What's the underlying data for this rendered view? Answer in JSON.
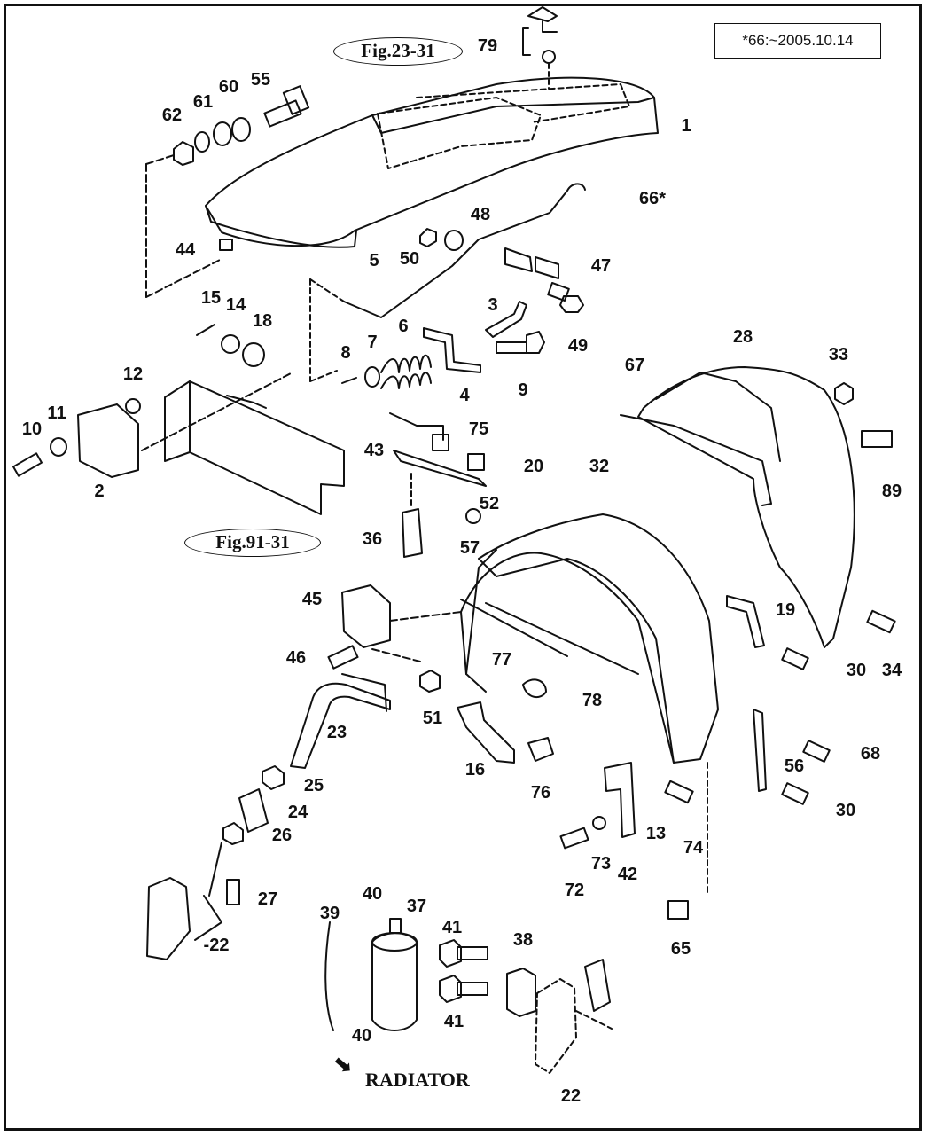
{
  "note": "*66:~2005.10.14",
  "figure_refs": [
    "Fig.23-31",
    "Fig.91-31"
  ],
  "direction_label": "RADIATOR",
  "callouts": {
    "c1": "1",
    "c2": "2",
    "c3": "3",
    "c4": "4",
    "c5": "5",
    "c6": "6",
    "c7": "7",
    "c8": "8",
    "c9": "9",
    "c10": "10",
    "c11": "11",
    "c12": "12",
    "c13": "13",
    "c14": "14",
    "c15": "15",
    "c16": "16",
    "c18": "18",
    "c19": "19",
    "c20": "20",
    "c22a": "22",
    "c22b": "-22",
    "c23": "23",
    "c24": "24",
    "c25": "25",
    "c26": "26",
    "c27": "27",
    "c28": "28",
    "c30a": "30",
    "c30b": "30",
    "c32": "32",
    "c33": "33",
    "c34": "34",
    "c36": "36",
    "c37": "37",
    "c38": "38",
    "c39": "39",
    "c40a": "40",
    "c40b": "40",
    "c41a": "41",
    "c41b": "41",
    "c42": "42",
    "c43": "43",
    "c44": "44",
    "c45": "45",
    "c46": "46",
    "c47": "47",
    "c48": "48",
    "c49": "49",
    "c50": "50",
    "c51": "51",
    "c52": "52",
    "c55": "55",
    "c56": "56",
    "c57": "57",
    "c60": "60",
    "c61": "61",
    "c62": "62",
    "c65": "65",
    "c66": "66*",
    "c67": "67",
    "c68": "68",
    "c72": "72",
    "c73": "73",
    "c74": "74",
    "c75": "75",
    "c76": "76",
    "c77": "77",
    "c78": "78",
    "c79": "79",
    "c89": "89"
  }
}
